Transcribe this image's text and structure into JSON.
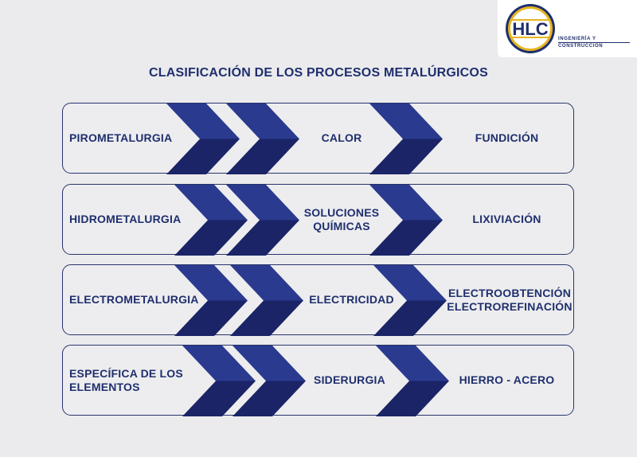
{
  "logo": {
    "letters": "HLC",
    "tagline_1": "INGENIERÍA Y",
    "tagline_2": "CONSTRUCCIÓN"
  },
  "title": "CLASIFICACIÓN DE LOS PROCESOS METALÚRGICOS",
  "colors": {
    "navy": "#1f2f6e",
    "chevron_top": "#2a3a8f",
    "chevron_bottom": "#1a2466",
    "logo_gold": "#e6b422",
    "background": "#ebebed"
  },
  "rows": [
    {
      "process": "PIROMETALURGIA",
      "agent": "CALOR",
      "result": "FUNDICIÓN"
    },
    {
      "process": "HIDROMETALURGIA",
      "agent": "SOLUCIONES QUÍMICAS",
      "result": "LIXIVIACIÓN"
    },
    {
      "process": "ELECTROMETALURGIA",
      "agent": "ELECTRICIDAD",
      "result": "ELECTROOBTENCIÓN ELECTROREFINACIÓN"
    },
    {
      "process": "ESPECÍFICA DE LOS ELEMENTOS",
      "agent": "SIDERURGIA",
      "result": "HIERRO - ACERO"
    }
  ]
}
